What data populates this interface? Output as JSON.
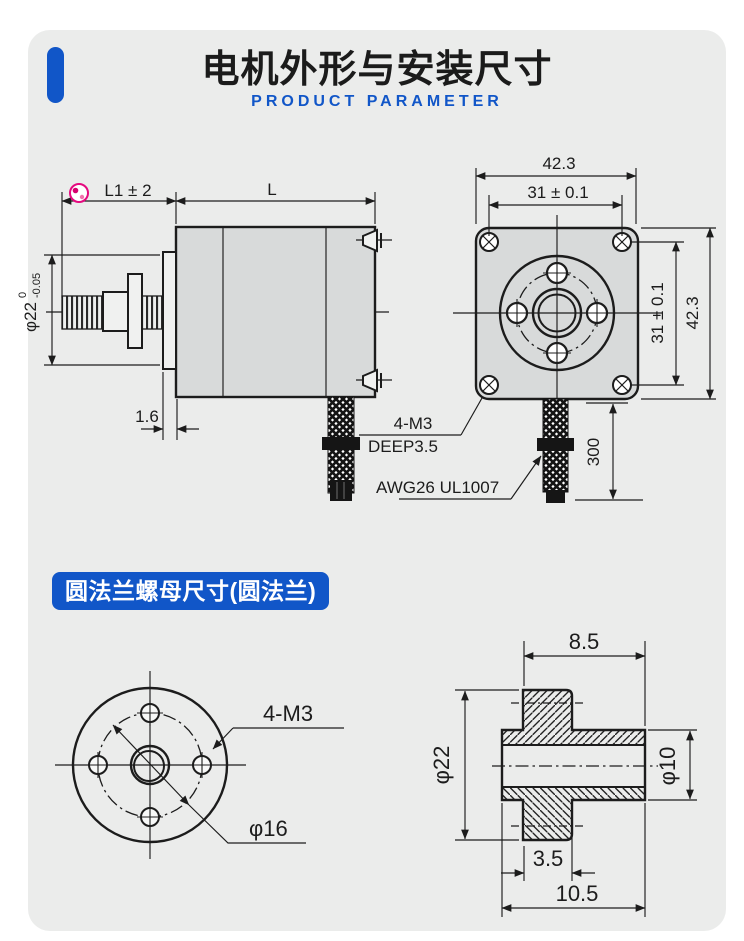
{
  "colors": {
    "accent_blue": "#1156c8",
    "panel_bg": "#ebeceb",
    "part_fill": "#d8dada",
    "line": "#1c1c1c",
    "stamp_pink": "#e5097f"
  },
  "header": {
    "title": "电机外形与安装尺寸",
    "subtitle": "PRODUCT PARAMETER"
  },
  "motor_drawing": {
    "side_view": {
      "dim_shaft_length": "L1 ± 2",
      "dim_body_length": "L",
      "dim_pilot_diameter": "φ22",
      "tolerance_upper": "0",
      "tolerance_lower": "-0.05",
      "dim_flange_thickness": "1.6",
      "mounting_hole_note_line1": "4-M3",
      "mounting_hole_note_line2": "DEEP3.5",
      "cable_spec": "AWG26 UL1007"
    },
    "front_view": {
      "dim_flange_width": "42.3",
      "dim_hole_spacing_horizontal": "31 ± 0.1",
      "dim_hole_spacing_vertical": "31 ± 0.1",
      "dim_flange_height": "42.3",
      "dim_cable_length": "300"
    }
  },
  "flange_section": {
    "label": "圆法兰螺母尺寸(圆法兰)",
    "front_view": {
      "hole_note": "4-M3",
      "dim_bolt_circle": "φ16"
    },
    "side_section_view": {
      "dim_flange_to_end": "8.5",
      "dim_outer_diameter": "φ22",
      "dim_boss_diameter": "φ10",
      "dim_disc_thickness": "3.5",
      "dim_overall_length": "10.5"
    }
  }
}
